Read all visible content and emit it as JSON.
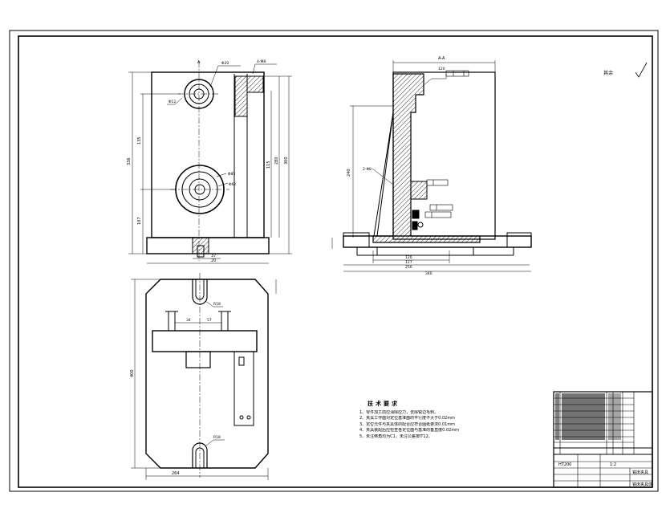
{
  "drawing": {
    "section_label": "A-A",
    "view_marker": "A",
    "roughness_note": "其余",
    "dimensions": {
      "front_height": "336",
      "front_upper": "135",
      "front_lower": "107",
      "right_total": "300",
      "right_inner": "280",
      "right_mid": "115",
      "bottom_small": "37",
      "bottom_small2": "20",
      "side_top": "120",
      "side_height": "240",
      "side_base1": "120",
      "side_base2": "127",
      "side_base3": "250",
      "side_base4": "340",
      "plan_height": "400",
      "plan_width": "264",
      "plan_mid1": "34",
      "plan_mid2": "57",
      "plan_r": "R18",
      "plan_r2": "R18"
    },
    "leaders": [
      "Φ20",
      "Φ12",
      "Φ85",
      "Φ62",
      "2-Φ8",
      "4-M8"
    ]
  },
  "notes": {
    "title": "技术要求",
    "lines": [
      "1、零件加工前应消除应力，去除锐边毛刺。",
      "2、夹具工作面对定位基准面的平行度不大于0.02mm",
      "3、定位元件与夹具体的配合应符合图纸要求0.01mm",
      "4、夹具装配后应检查各定位面与基准的垂直度0.02mm",
      "5、未注倒角均为C1，未注公差按IT12。"
    ]
  },
  "title_block": {
    "drawing_name": "铣床夹具体",
    "scale_label": "1:2",
    "material": "HT200",
    "company": "铣床夹具"
  }
}
